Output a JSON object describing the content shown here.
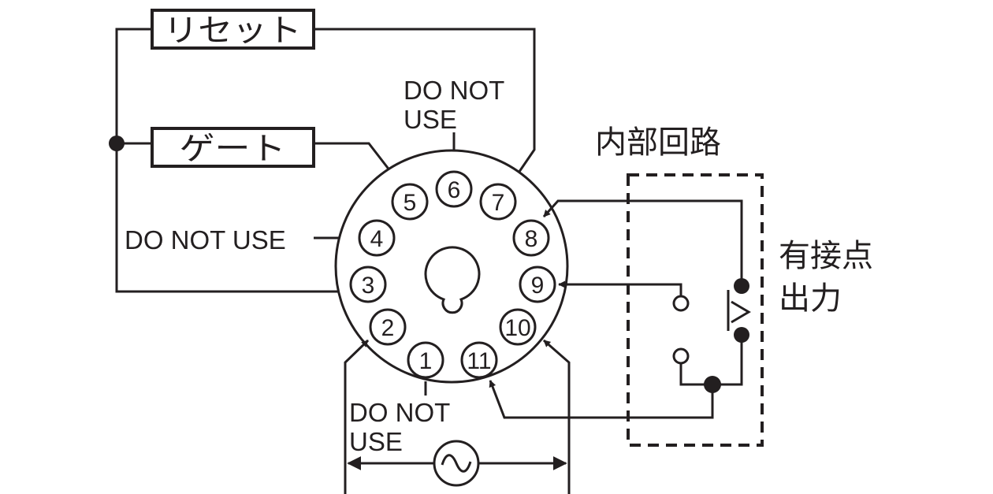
{
  "boxes": {
    "reset": "リセット",
    "gate": "ゲート"
  },
  "labels": {
    "do_not_use_top_line1": "DO NOT",
    "do_not_use_top_line2": "USE",
    "do_not_use_left": "DO NOT USE",
    "do_not_use_bottom_line1": "DO NOT",
    "do_not_use_bottom_line2": "USE",
    "internal_circuit": "内部回路",
    "contact_output_line1": "有接点",
    "contact_output_line2": "出力"
  },
  "pins": [
    "1",
    "2",
    "3",
    "4",
    "5",
    "6",
    "7",
    "8",
    "9",
    "10",
    "11"
  ],
  "colors": {
    "ink": "#231f20",
    "background": "#ffffff"
  },
  "icons": {
    "ac_source": "ac-source-icon",
    "contact": "relay-contact-icon"
  }
}
